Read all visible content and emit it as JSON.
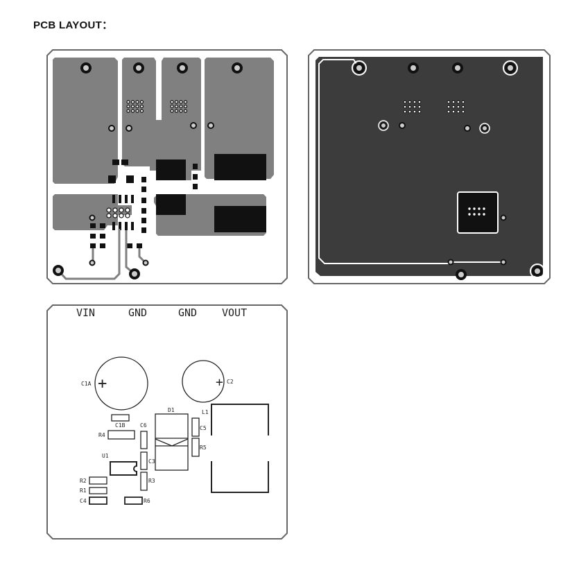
{
  "title": "PCB LAYOUT：",
  "colors": {
    "copper_top": "#808080",
    "copper_bottom": "#3c3c3c",
    "pad": "#111111",
    "board_edge": "#666666",
    "hole": "#cccccc"
  },
  "silkscreen": {
    "connectors": [
      "VIN",
      "GND",
      "GND",
      "VOUT"
    ],
    "components": {
      "c1a": "C1A",
      "c2": "C2",
      "c1b": "C1B",
      "c6": "C6",
      "c3": "C3",
      "r3": "R3",
      "d1": "D1",
      "c5": "C5",
      "r5": "R5",
      "l1": "L1",
      "r4": "R4",
      "u1": "U1",
      "r2": "R2",
      "r1": "R1",
      "c4": "C4",
      "r6": "R6"
    },
    "polarity_mark": "+"
  }
}
